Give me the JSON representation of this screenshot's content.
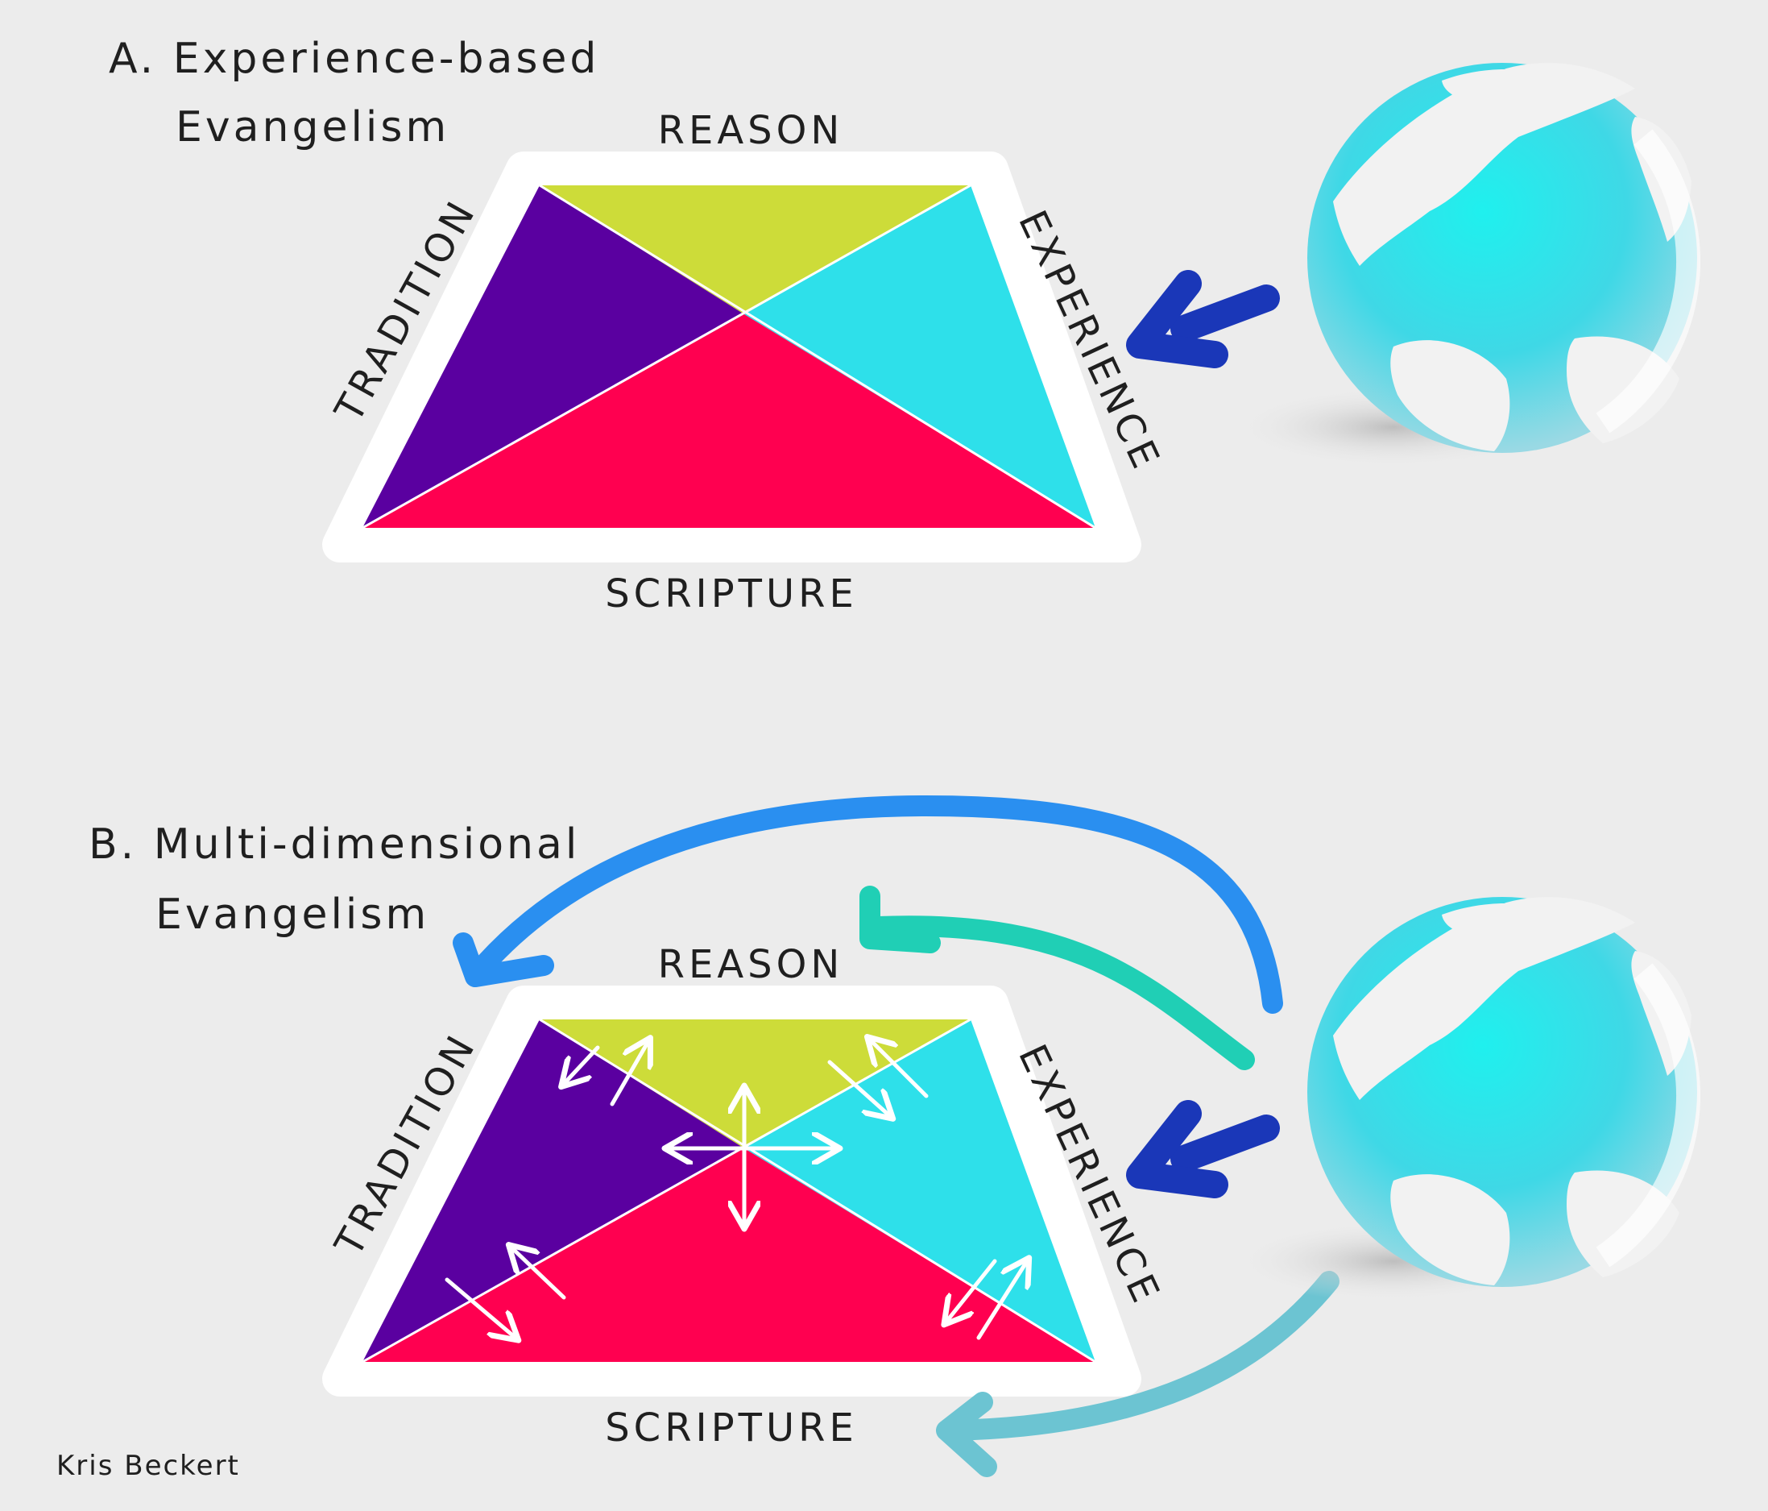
{
  "panel_a": {
    "title_line1": "A. Experience-based",
    "title_line2": "Evangelism",
    "labels": {
      "top": "REASON",
      "left": "TRADITION",
      "right": "EXPERIENCE",
      "bottom": "SCRIPTURE"
    }
  },
  "panel_b": {
    "title_line1": "B. Multi-dimensional",
    "title_line2": "Evangelism",
    "labels": {
      "top": "REASON",
      "left": "TRADITION",
      "right": "EXPERIENCE",
      "bottom": "SCRIPTURE"
    }
  },
  "credit": "Kris Beckert",
  "colors": {
    "background": "#ececec",
    "reason": "#cddc39",
    "tradition": "#5a00a0",
    "experience": "#2ee0ea",
    "scripture": "#ff0050",
    "arrow_dark_blue": "#1a37b8",
    "arrow_blue": "#2a8ff0",
    "arrow_teal": "#20cfb5",
    "arrow_light_teal": "#6cc4d2",
    "globe_ocean": "#35d6e2",
    "globe_land": "#f2f2f2"
  }
}
